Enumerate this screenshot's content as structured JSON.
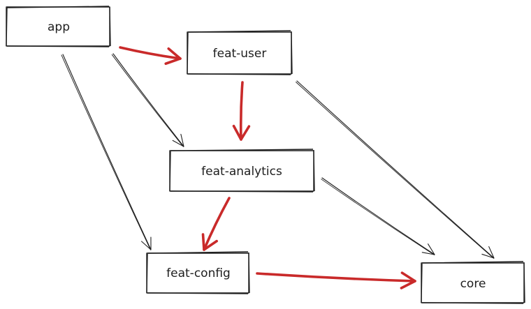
{
  "colors": {
    "ink": "#1e1e1e",
    "highlight": "#c92a2a",
    "background": "#ffffff"
  },
  "nodes": {
    "app": {
      "label": "app"
    },
    "feat_user": {
      "label": "feat-user"
    },
    "feat_analytics": {
      "label": "feat-analytics"
    },
    "feat_config": {
      "label": "feat-config"
    },
    "core": {
      "label": "core"
    }
  },
  "edges": [
    {
      "from": "app",
      "to": "feat_user",
      "highlight": true
    },
    {
      "from": "app",
      "to": "feat_analytics",
      "highlight": false
    },
    {
      "from": "app",
      "to": "feat_config",
      "highlight": false
    },
    {
      "from": "feat_user",
      "to": "feat_analytics",
      "highlight": true
    },
    {
      "from": "feat_user",
      "to": "core",
      "highlight": false
    },
    {
      "from": "feat_analytics",
      "to": "feat_config",
      "highlight": true
    },
    {
      "from": "feat_analytics",
      "to": "core",
      "highlight": false
    },
    {
      "from": "feat_config",
      "to": "core",
      "highlight": true
    }
  ]
}
